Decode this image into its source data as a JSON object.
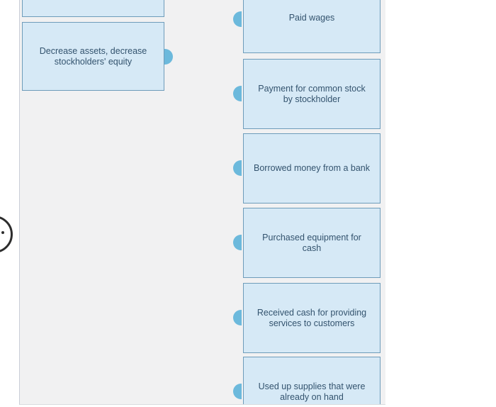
{
  "colors": {
    "page_background": "#ffffff",
    "panel_background": "#f1f1f2",
    "card_fill": "#d6e9f6",
    "card_border": "#6e9cba",
    "connector": "#6cb9dc",
    "card_text": "#33536e",
    "edge_icon": "#2d2d2d"
  },
  "left_column": {
    "items": [
      {
        "label": ""
      },
      {
        "label": "Decrease assets, decrease stockholders' equity"
      }
    ]
  },
  "right_column": {
    "items": [
      {
        "label": "Paid wages"
      },
      {
        "label": "Payment for common stock by stockholder"
      },
      {
        "label": "Borrowed money from a bank"
      },
      {
        "label": "Purchased equipment for cash"
      },
      {
        "label": "Received cash for providing services to customers"
      },
      {
        "label": "Used up supplies that were already on hand"
      }
    ]
  },
  "icons": {
    "edge_icon": "partial-circle-icon"
  }
}
